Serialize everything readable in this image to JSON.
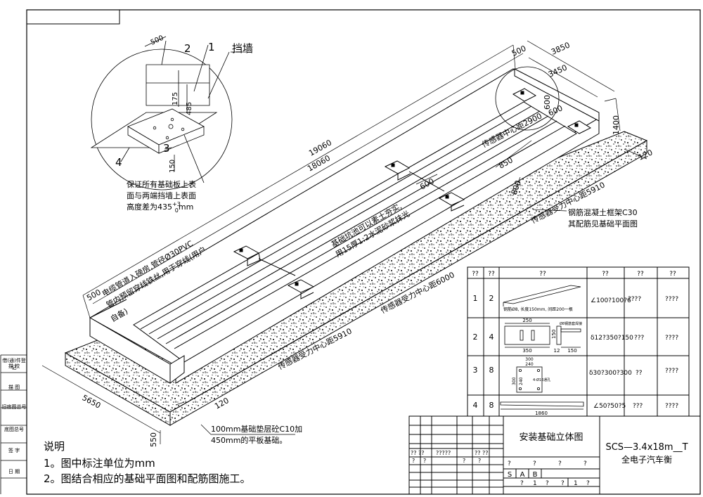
{
  "title_block_name": "安装基础立体图",
  "title_block_model": "SCS—3.4x18m__T",
  "title_block_product": "全电子汽车衡",
  "title_block_placeholders": {
    "row1": [
      "?? ??",
      "?????",
      "?? ??"
    ],
    "row2": [
      "?",
      "?",
      "?",
      "?",
      "?",
      "?",
      "?",
      "?"
    ],
    "scale_row": [
      "S",
      "A",
      "B"
    ],
    "sheet_row": [
      "?",
      "1",
      "?",
      "?",
      "1",
      "?"
    ]
  },
  "side_labels": [
    "借(通)件登记",
    "描 校",
    "描 图",
    "旧底图总号",
    "底图总号",
    "签 字",
    "日 期"
  ],
  "notes": {
    "title": "说明",
    "items": [
      "1。图中标注单位为mm",
      "2。图结合相应的基础平面图和配筋图施工。"
    ]
  },
  "detail": {
    "label_wall": "挡墙",
    "label_1": "1",
    "label_2": "2",
    "label_3": "3",
    "label_4": "4",
    "dim_500": "500",
    "dim_175": "175",
    "dim_485": "485",
    "dim_150": "150",
    "note_line1": "保证所有基础板上表",
    "note_line2": "面与两端挡墙上表面",
    "note_line3": "高度差为435",
    "note_sup": "+3",
    "note_sub": "0",
    "note_unit": "mm"
  },
  "dimensions": {
    "d3850": "3850",
    "d3450": "3450",
    "d500_top": "500",
    "d600a": "600",
    "d600b": "600",
    "d1400": "1400",
    "d120_right": "120",
    "d19060": "19060",
    "d18060": "18060",
    "d850": "850",
    "d800": "800",
    "d600_mid": "600",
    "d500_left": "500",
    "d5650": "5650",
    "d120_bottom": "120",
    "d550": "550"
  },
  "annotations": {
    "sensor_center_2900": "传感器中心距2900",
    "sensor_5910_right": "传感器受力中心距5910",
    "sensor_6000": "传感器受力中心距6000",
    "sensor_5910_left": "传感器受力中心距5910",
    "pit_fill_1": "基础坑池可以素土夯实,",
    "pit_fill_2": "用15厚1:2水泥砂浆抹光",
    "cable_1": "电缆管道入磅房,管径Ø30PVC",
    "cable_2": "管内预留穿线铁丝,用于穿线(用户",
    "cable_3": "自备)",
    "frame_1": "钢筋混凝土框架C30",
    "frame_2": "其配筋见基础平面图",
    "base_1": "100mm基础垫层砼C10加",
    "base_2": "450mm的平板基础。"
  },
  "parts_table": {
    "headers": [
      "??",
      "??",
      "??",
      "??",
      "??",
      "??"
    ],
    "rows": [
      {
        "no": "1",
        "qty": "2",
        "spec": "∠100?100?6",
        "c4": "????",
        "c5": "????",
        "caption": "钢筋Ø8, 长度150mm, 间距200一根"
      },
      {
        "no": "2",
        "qty": "4",
        "spec": "δ12?350?150",
        "c4": "???",
        "c5": "????",
        "caption": "Ø8钢筋套焊接"
      },
      {
        "no": "3",
        "qty": "8",
        "spec": "δ30?300?300",
        "c4": "??",
        "c5": "????",
        "caption": "4-Ø16通孔"
      },
      {
        "no": "4",
        "qty": "8",
        "spec": "∠50?50?5",
        "c4": "???",
        "c5": "????",
        "caption": ""
      }
    ],
    "row2_dims": {
      "a": "250",
      "b": "350",
      "c": "150",
      "d": "12",
      "e": "150"
    },
    "row3_dims": {
      "a": "300",
      "b": "240",
      "c": "300",
      "d": "240"
    },
    "row4_dims": {
      "a": "1860"
    }
  }
}
